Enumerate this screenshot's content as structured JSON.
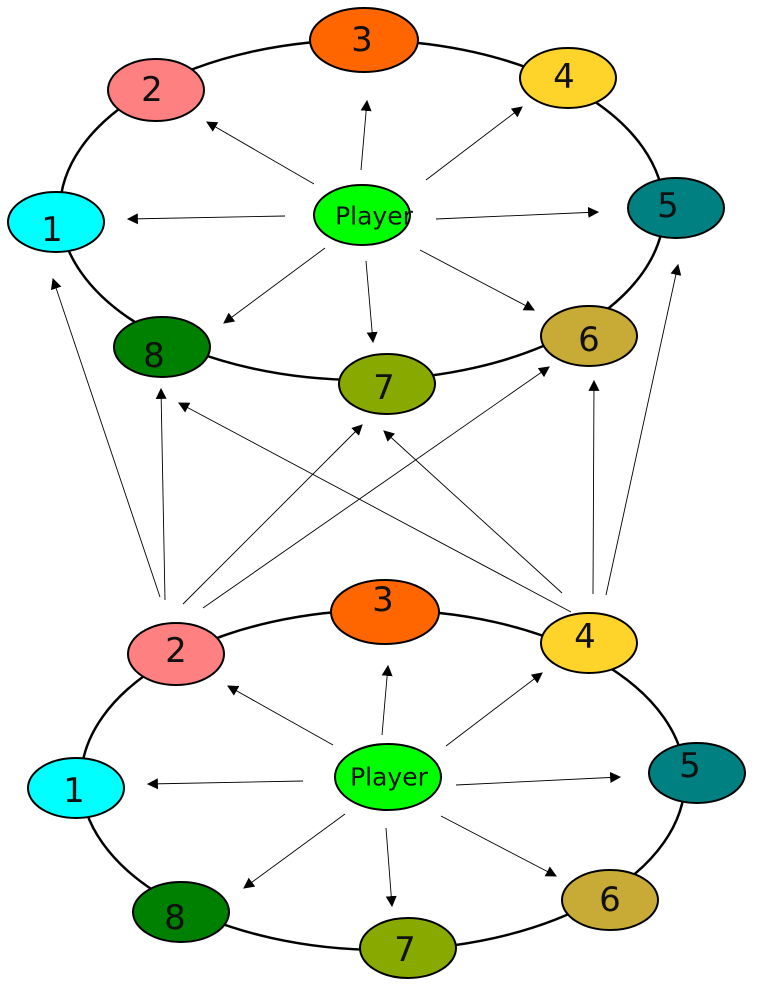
{
  "diagrams": [
    {
      "center": {
        "label": "Player",
        "color": "#00ff00"
      },
      "nodes": [
        {
          "label": "1",
          "color": "#00ffff"
        },
        {
          "label": "2",
          "color": "#ff8080"
        },
        {
          "label": "3",
          "color": "#ff6600"
        },
        {
          "label": "4",
          "color": "#ffd42a"
        },
        {
          "label": "5",
          "color": "#008080"
        },
        {
          "label": "6",
          "color": "#c8ab37"
        },
        {
          "label": "7",
          "color": "#88aa00"
        },
        {
          "label": "8",
          "color": "#008000"
        }
      ]
    },
    {
      "center": {
        "label": "Player",
        "color": "#00ff00"
      },
      "nodes": [
        {
          "label": "1",
          "color": "#00ffff"
        },
        {
          "label": "2",
          "color": "#ff8080"
        },
        {
          "label": "3",
          "color": "#ff6600"
        },
        {
          "label": "4",
          "color": "#ffd42a"
        },
        {
          "label": "5",
          "color": "#008080"
        },
        {
          "label": "6",
          "color": "#c8ab37"
        },
        {
          "label": "7",
          "color": "#88aa00"
        },
        {
          "label": "8",
          "color": "#008000"
        }
      ]
    }
  ],
  "cross_links": [
    {
      "from": "2",
      "to": "1"
    },
    {
      "from": "2",
      "to": "8"
    },
    {
      "from": "2",
      "to": "7"
    },
    {
      "from": "2",
      "to": "6"
    },
    {
      "from": "4",
      "to": "8"
    },
    {
      "from": "4",
      "to": "7"
    },
    {
      "from": "4",
      "to": "6"
    },
    {
      "from": "4",
      "to": "5"
    }
  ]
}
